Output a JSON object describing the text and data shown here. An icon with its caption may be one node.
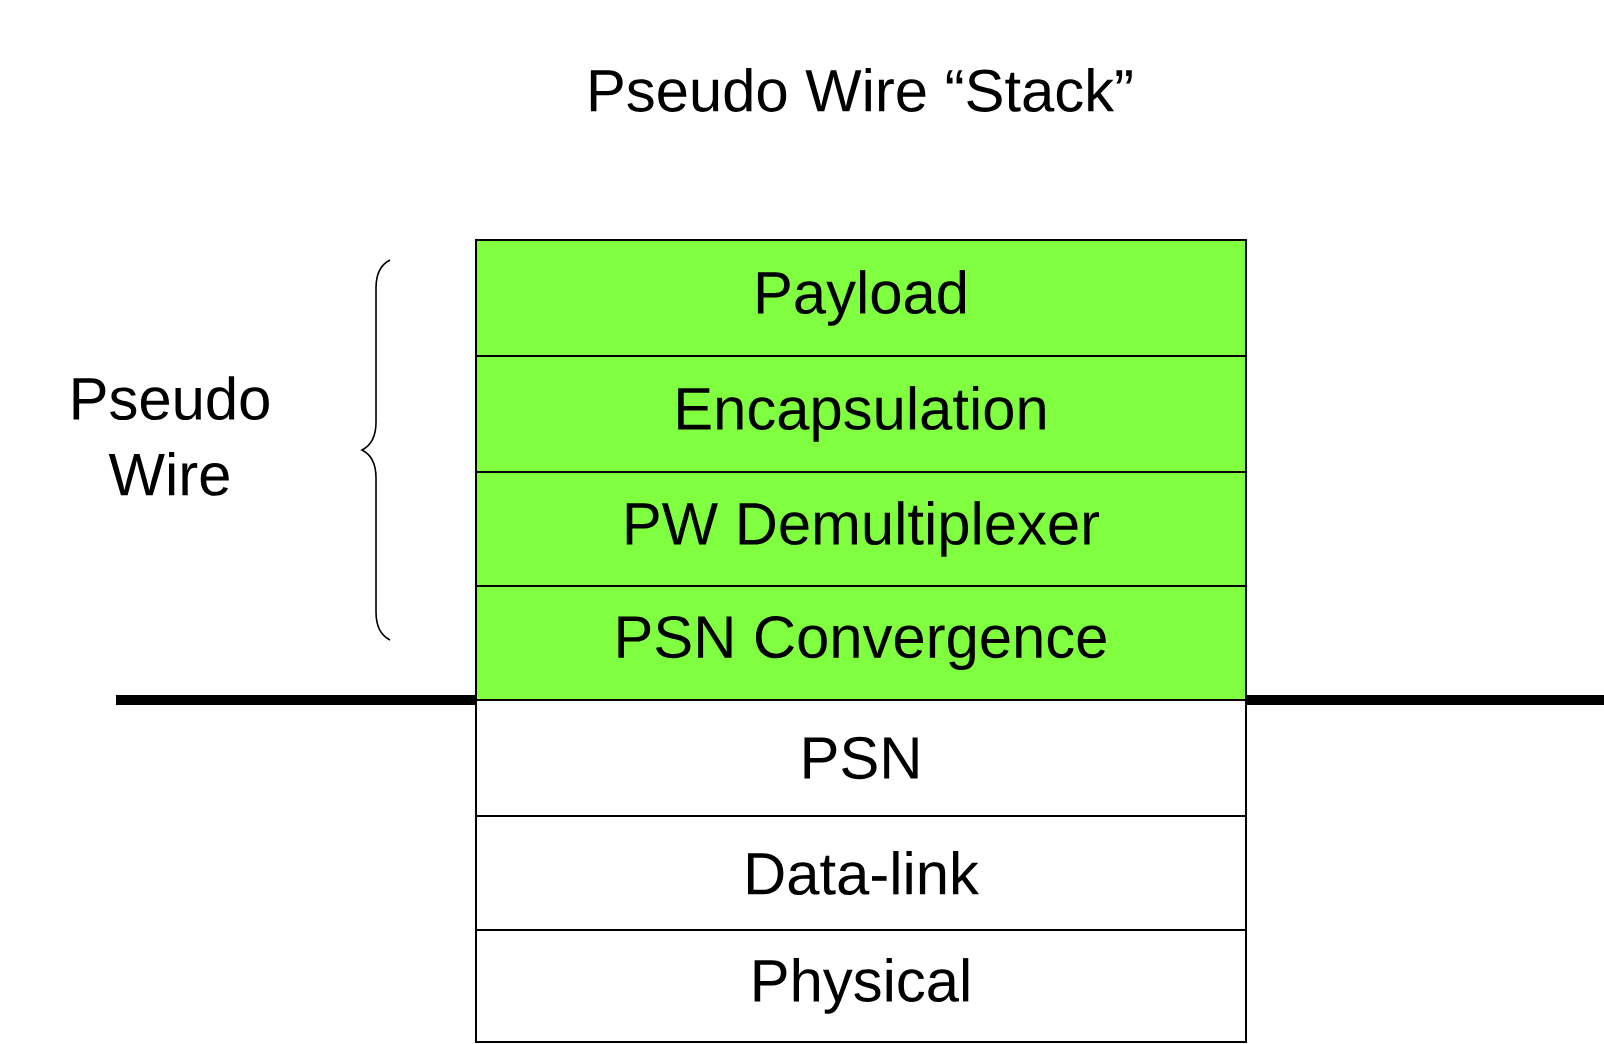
{
  "diagram": {
    "title": "Pseudo Wire “Stack”",
    "nodes": [
      {
        "text": [
          "Payload"
        ]
      },
      {
        "text": [
          "Encapsulation"
        ]
      },
      {
        "text": [
          "PW Demultiplexer"
        ]
      },
      {
        "text": [
          "PSN Convergence"
        ]
      },
      {
        "text": [
          "PSN"
        ]
      },
      {
        "text": [
          "Data-link"
        ]
      },
      {
        "text": [
          "Physical"
        ]
      }
    ],
    "labels": [
      "Pseudo Wire"
    ]
  }
}
